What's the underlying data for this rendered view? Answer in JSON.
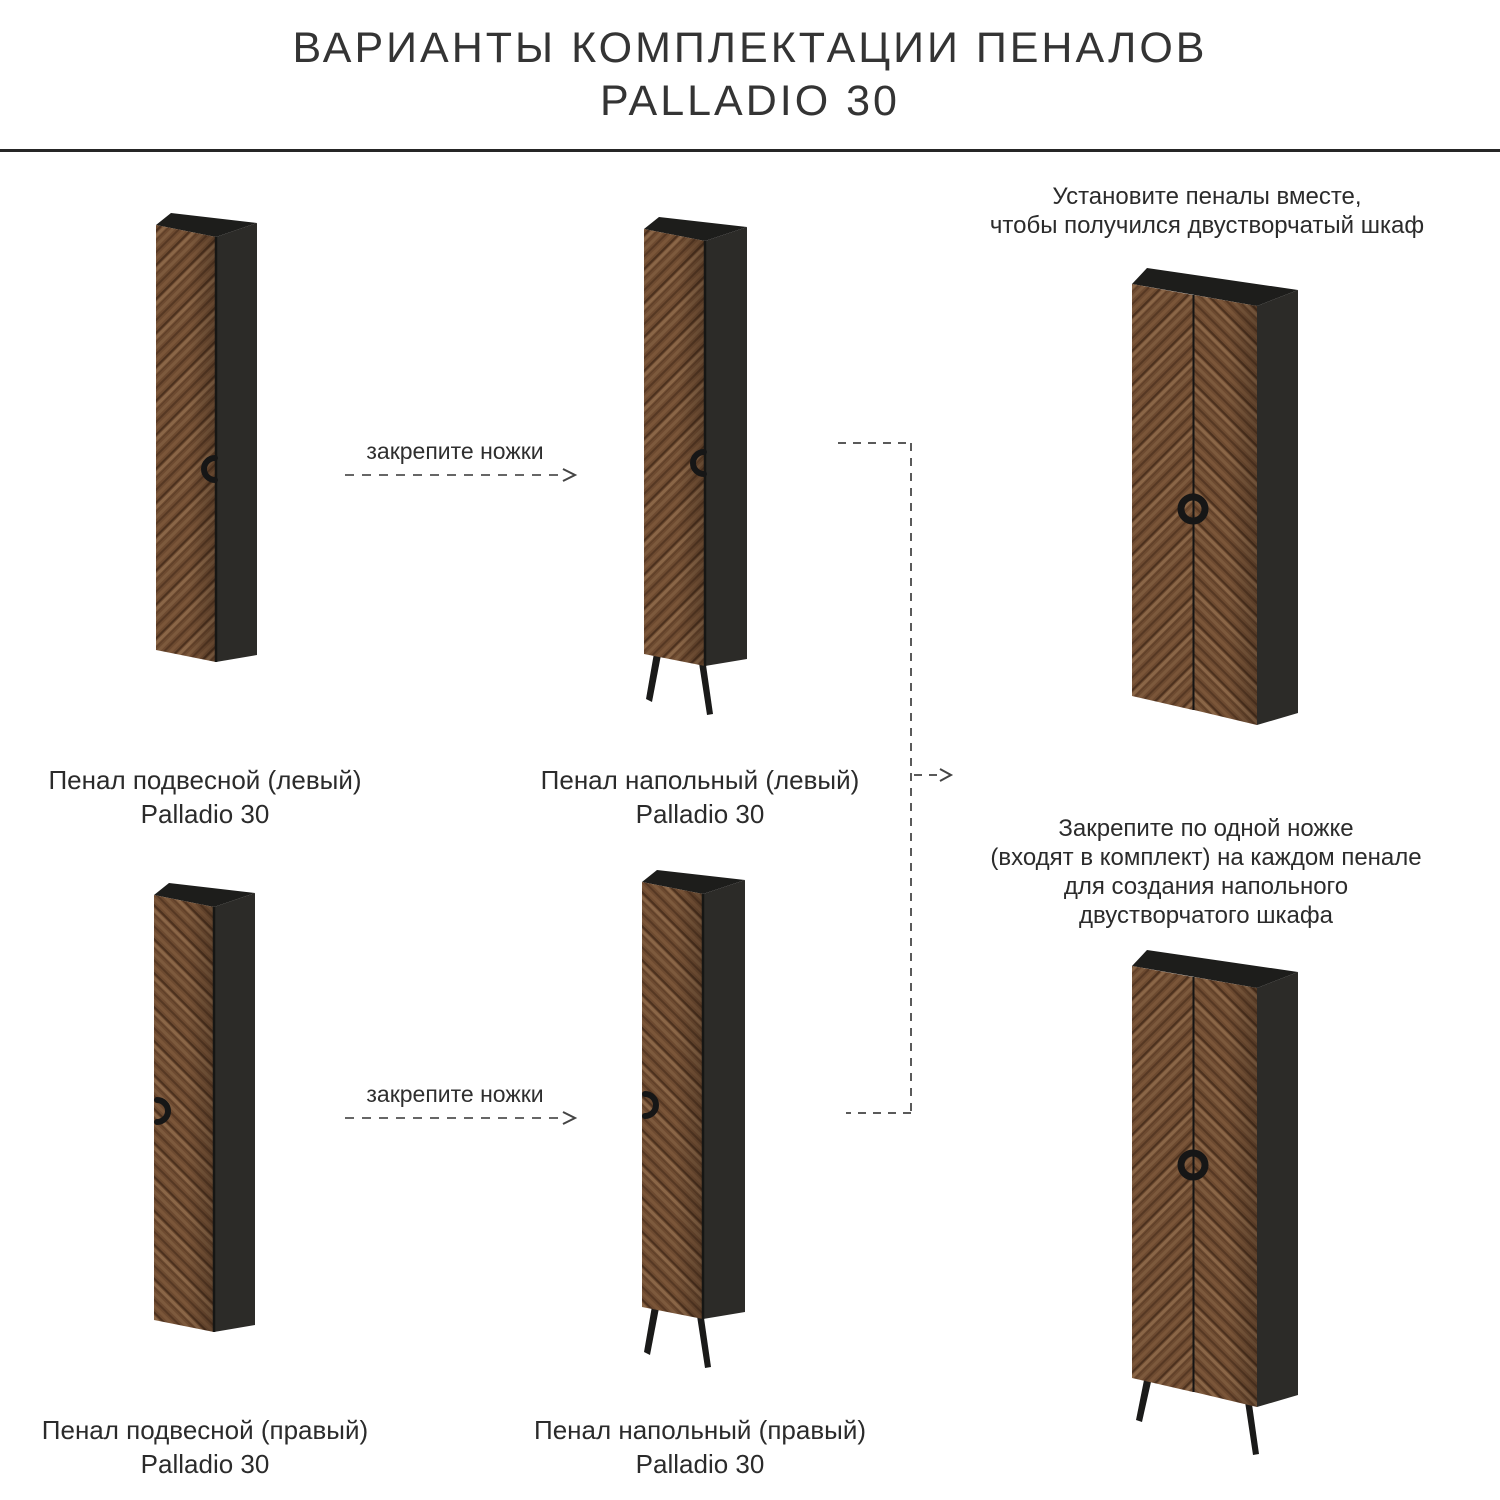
{
  "title": {
    "line1": "ВАРИАНТЫ КОМПЛЕКТАЦИИ ПЕНАЛОВ",
    "line2": "PALLADIO 30"
  },
  "notes": {
    "combine_line1": "Установите пеналы вместе,",
    "combine_line2": "чтобы получился двустворчатый шкаф",
    "legs_line1": "Закрепите по одной ножке",
    "legs_line2": "(входят в комплект) на каждом пенале",
    "legs_line3": "для создания напольного",
    "legs_line4": "двустворчатого шкафа"
  },
  "arrows": {
    "top_caption": "закрепите ножки",
    "bottom_caption": "закрепите ножки"
  },
  "labels": {
    "wall_left_line1": "Пенал подвесной (левый)",
    "wall_left_line2": "Palladio 30",
    "floor_left_line1": "Пенал напольный (левый)",
    "floor_left_line2": "Palladio 30",
    "wall_right_line1": "Пенал подвесной (правый)",
    "wall_right_line2": "Palladio 30",
    "floor_right_line1": "Пенал напольный (правый)",
    "floor_right_line2": "Palladio 30"
  },
  "colors": {
    "body_dark": "#2c2b28",
    "top_dark": "#1d1d1b",
    "wood_base": "#6d4a30",
    "handle_black": "#161616",
    "text": "#2b2b2b",
    "divider": "#262626",
    "dash_gray": "#666666"
  }
}
